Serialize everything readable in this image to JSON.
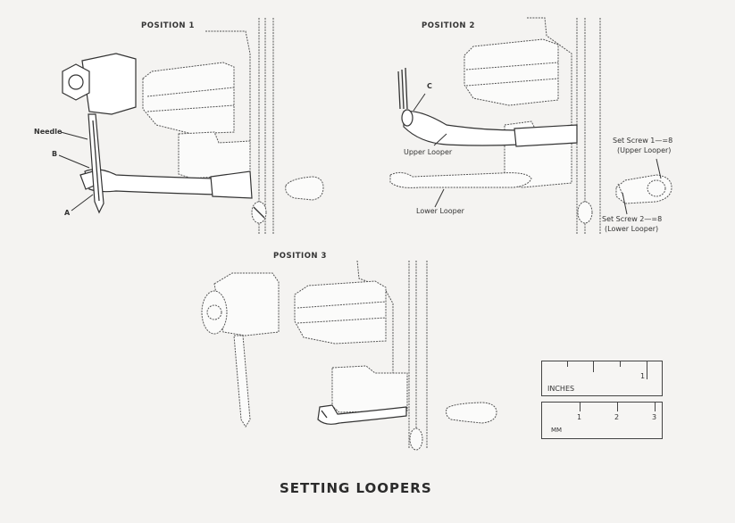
{
  "title": "SETTING LOOPERS",
  "positions": [
    {
      "label": "POSITION 1",
      "callouts": [
        "Needle",
        "B",
        "A"
      ]
    },
    {
      "label": "POSITION 2",
      "callouts": [
        "C",
        "Upper Looper",
        "Lower Looper"
      ]
    },
    {
      "label": "POSITION 3",
      "callouts": []
    }
  ],
  "set_screws": {
    "screw1_line1": "Set Screw 1—=8",
    "screw1_line2": "(Upper Looper)",
    "screw2_line1": "Set Screw 2—=8",
    "screw2_line2": "(Lower Looper)"
  },
  "scale": {
    "inches_label": "INCHES",
    "inches_mark": "1",
    "mm_label": "MM",
    "mm_marks": [
      "1",
      "2",
      "3"
    ]
  }
}
